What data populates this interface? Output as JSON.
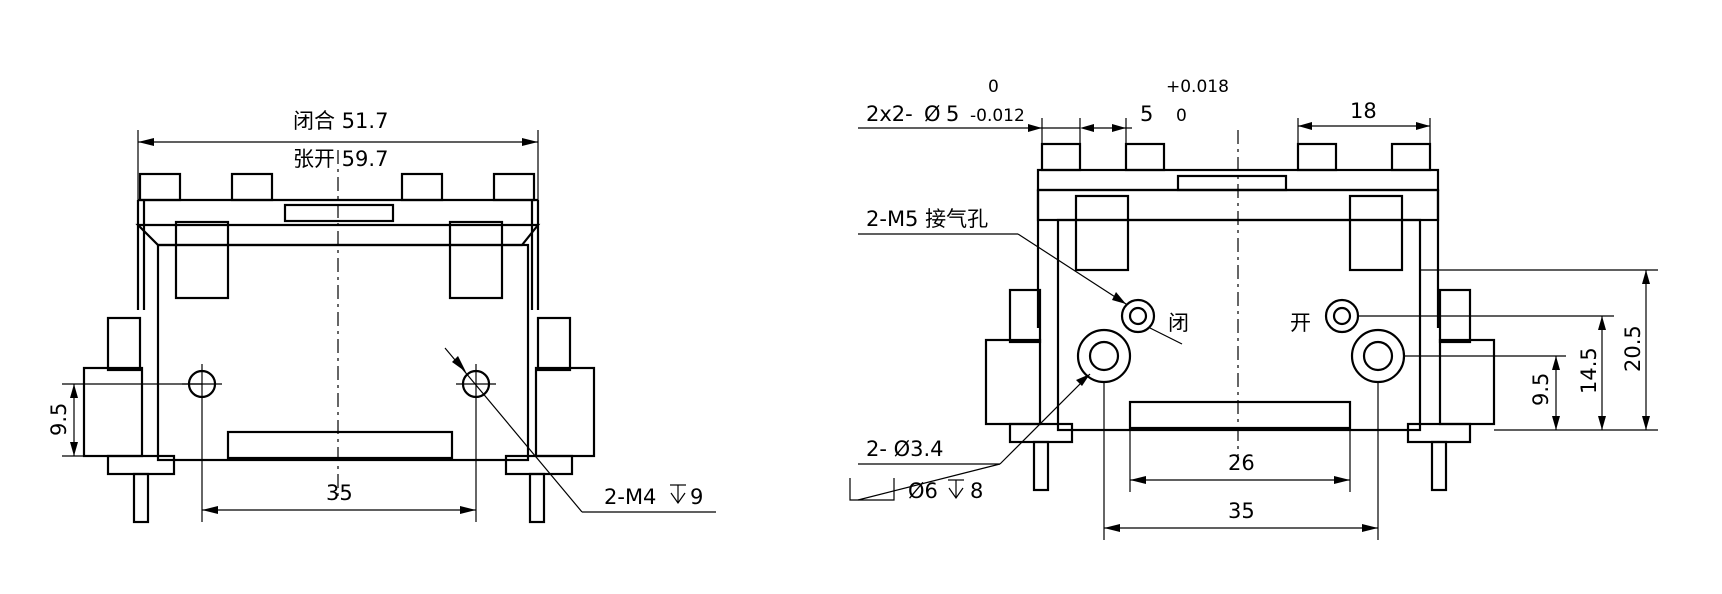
{
  "left_view": {
    "dim_closed": "闭合 51.7",
    "dim_open": "张开 59.7",
    "dim_height": "9.5",
    "dim_hole_spacing": "35",
    "callout_thread": "2-M4",
    "callout_thread_depth": "9"
  },
  "right_view": {
    "tol_upper_shaft": "0",
    "callout_pins": "2x2-",
    "diameter_symbol": "Ø",
    "pin_dia": "5",
    "tol_lower_shaft": "-0.012",
    "tol_upper_hole": "+0.018",
    "dim_pin_width": "5",
    "tol_lower_hole": "0",
    "dim_18": "18",
    "callout_air": "2-M5 接气孔",
    "label_close": "闭",
    "label_open": "开",
    "dim_20_5": "20.5",
    "dim_14_5": "14.5",
    "dim_9_5": "9.5",
    "callout_holes": "2- Ø3.4",
    "callout_cbore": "Ø6",
    "callout_cbore_depth": "8",
    "dim_26": "26",
    "dim_35": "35"
  }
}
